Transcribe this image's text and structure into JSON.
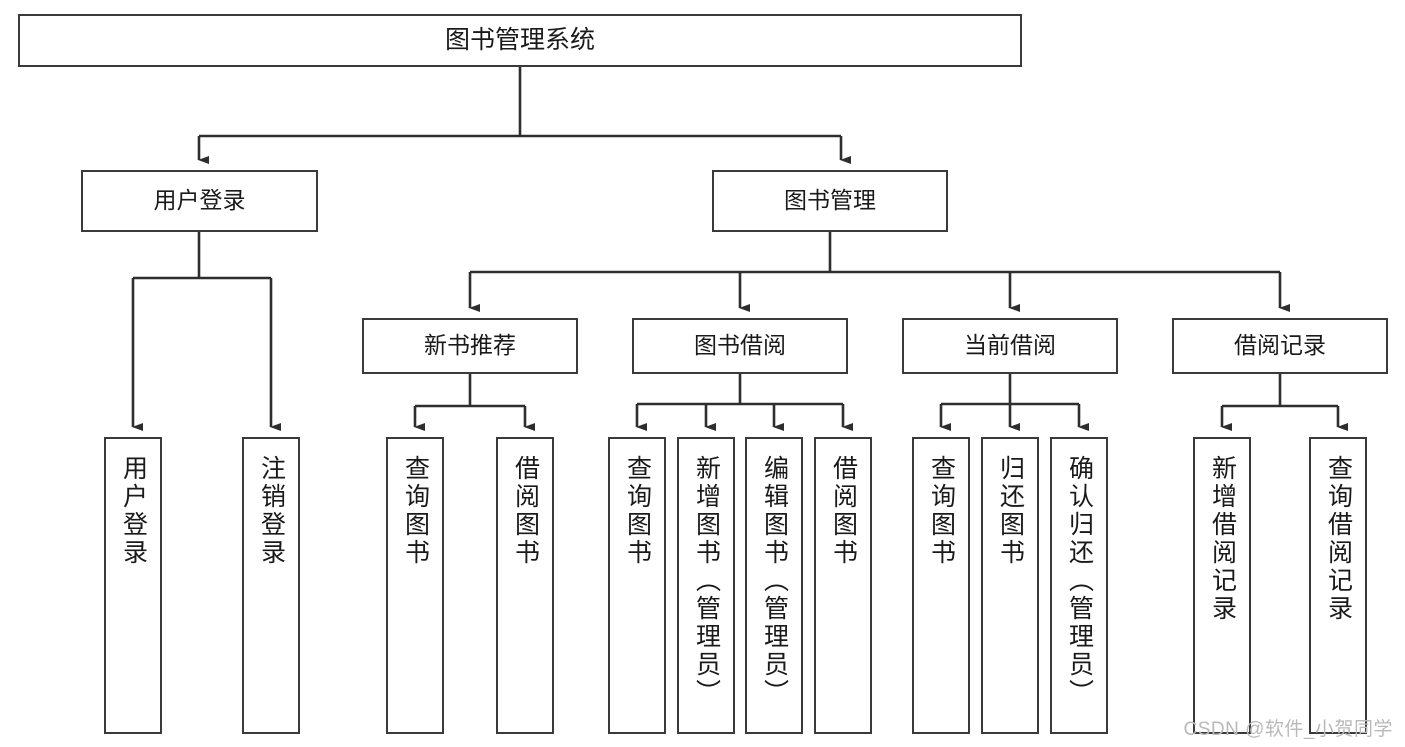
{
  "diagram": {
    "title": "图书管理系统",
    "watermark": "CSDN @软件_小贺同学",
    "line_color": "#3a3a3a",
    "background": "#ffffff",
    "text_color": "#1a1a1a",
    "watermark_color": "#b9b9b9",
    "nodes": {
      "root": {
        "label": "图书管理系统"
      },
      "level2": [
        {
          "id": "user-login",
          "label": "用户登录"
        },
        {
          "id": "book-manage",
          "label": "图书管理"
        }
      ],
      "level3": [
        {
          "id": "new-book-recommend",
          "label": "新书推荐"
        },
        {
          "id": "book-borrow",
          "label": "图书借阅"
        },
        {
          "id": "current-borrow",
          "label": "当前借阅"
        },
        {
          "id": "borrow-record",
          "label": "借阅记录"
        }
      ],
      "leaves": [
        {
          "id": "leaf-user-login",
          "label": "用户登录",
          "parent": "user-login"
        },
        {
          "id": "leaf-logout",
          "label": "注销登录",
          "parent": "user-login"
        },
        {
          "id": "leaf-query-book-1",
          "label": "查询图书",
          "parent": "new-book-recommend"
        },
        {
          "id": "leaf-borrow-book-1",
          "label": "借阅图书",
          "parent": "new-book-recommend"
        },
        {
          "id": "leaf-query-book-2",
          "label": "查询图书",
          "parent": "book-borrow"
        },
        {
          "id": "leaf-add-book",
          "label": "新增图书（管理员）",
          "parent": "book-borrow"
        },
        {
          "id": "leaf-edit-book",
          "label": "编辑图书（管理员）",
          "parent": "book-borrow"
        },
        {
          "id": "leaf-borrow-book-2",
          "label": "借阅图书",
          "parent": "book-borrow"
        },
        {
          "id": "leaf-query-book-3",
          "label": "查询图书",
          "parent": "current-borrow"
        },
        {
          "id": "leaf-return-book",
          "label": "归还图书",
          "parent": "current-borrow"
        },
        {
          "id": "leaf-confirm-return",
          "label": "确认归还（管理员）",
          "parent": "current-borrow"
        },
        {
          "id": "leaf-add-record",
          "label": "新增借阅记录",
          "parent": "borrow-record"
        },
        {
          "id": "leaf-query-record",
          "label": "查询借阅记录",
          "parent": "borrow-record"
        }
      ]
    }
  }
}
